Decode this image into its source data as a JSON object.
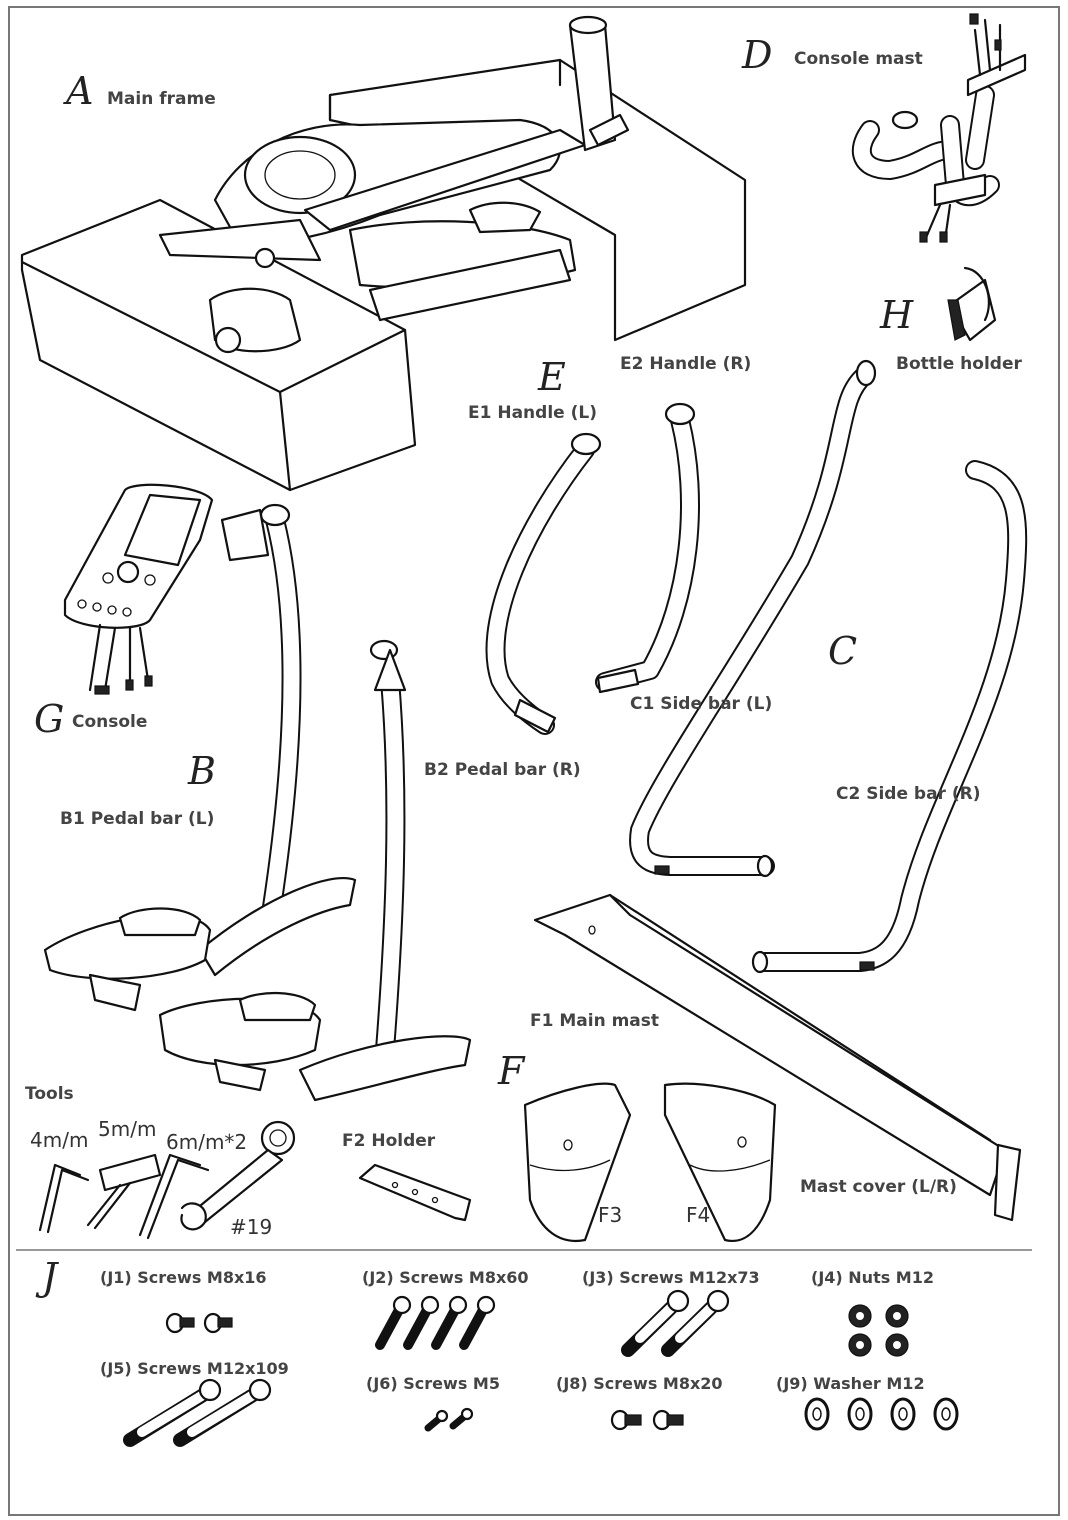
{
  "parts": {
    "A": {
      "letter": "A",
      "label": "Main frame"
    },
    "D": {
      "letter": "D",
      "label": "Console mast"
    },
    "E": {
      "letter": "E",
      "e1": "E1  Handle (L)",
      "e2": "E2  Handle (R)"
    },
    "H": {
      "letter": "H",
      "label": "Bottle holder"
    },
    "G": {
      "letter": "G",
      "label": "Console"
    },
    "B": {
      "letter": "B",
      "b1": "B1  Pedal bar (L)",
      "b2": "B2  Pedal bar (R)"
    },
    "C": {
      "letter": "C",
      "c1": "C1  Side bar (L)",
      "c2": "C2  Side bar (R)"
    },
    "F": {
      "letter": "F",
      "f1": "F1  Main mast",
      "f2": "F2  Holder",
      "f3": "F3",
      "f4": "F4",
      "cover": "Mast cover (L/R)"
    },
    "J": {
      "letter": "J"
    }
  },
  "tools": {
    "heading": "Tools",
    "t1": "4m/m",
    "t2": "5m/m",
    "t3": "6m/m*2",
    "t4": "#19"
  },
  "hardware": [
    {
      "label": "(J1) Screws M8x16"
    },
    {
      "label": "(J2) Screws M8x60"
    },
    {
      "label": "(J3) Screws M12x73"
    },
    {
      "label": "(J4) Nuts M12"
    },
    {
      "label": "(J5) Screws M12x109"
    },
    {
      "label": "(J6) Screws M5"
    },
    {
      "label": "(J8) Screws M8x20"
    },
    {
      "label": "(J9) Washer M12"
    }
  ]
}
